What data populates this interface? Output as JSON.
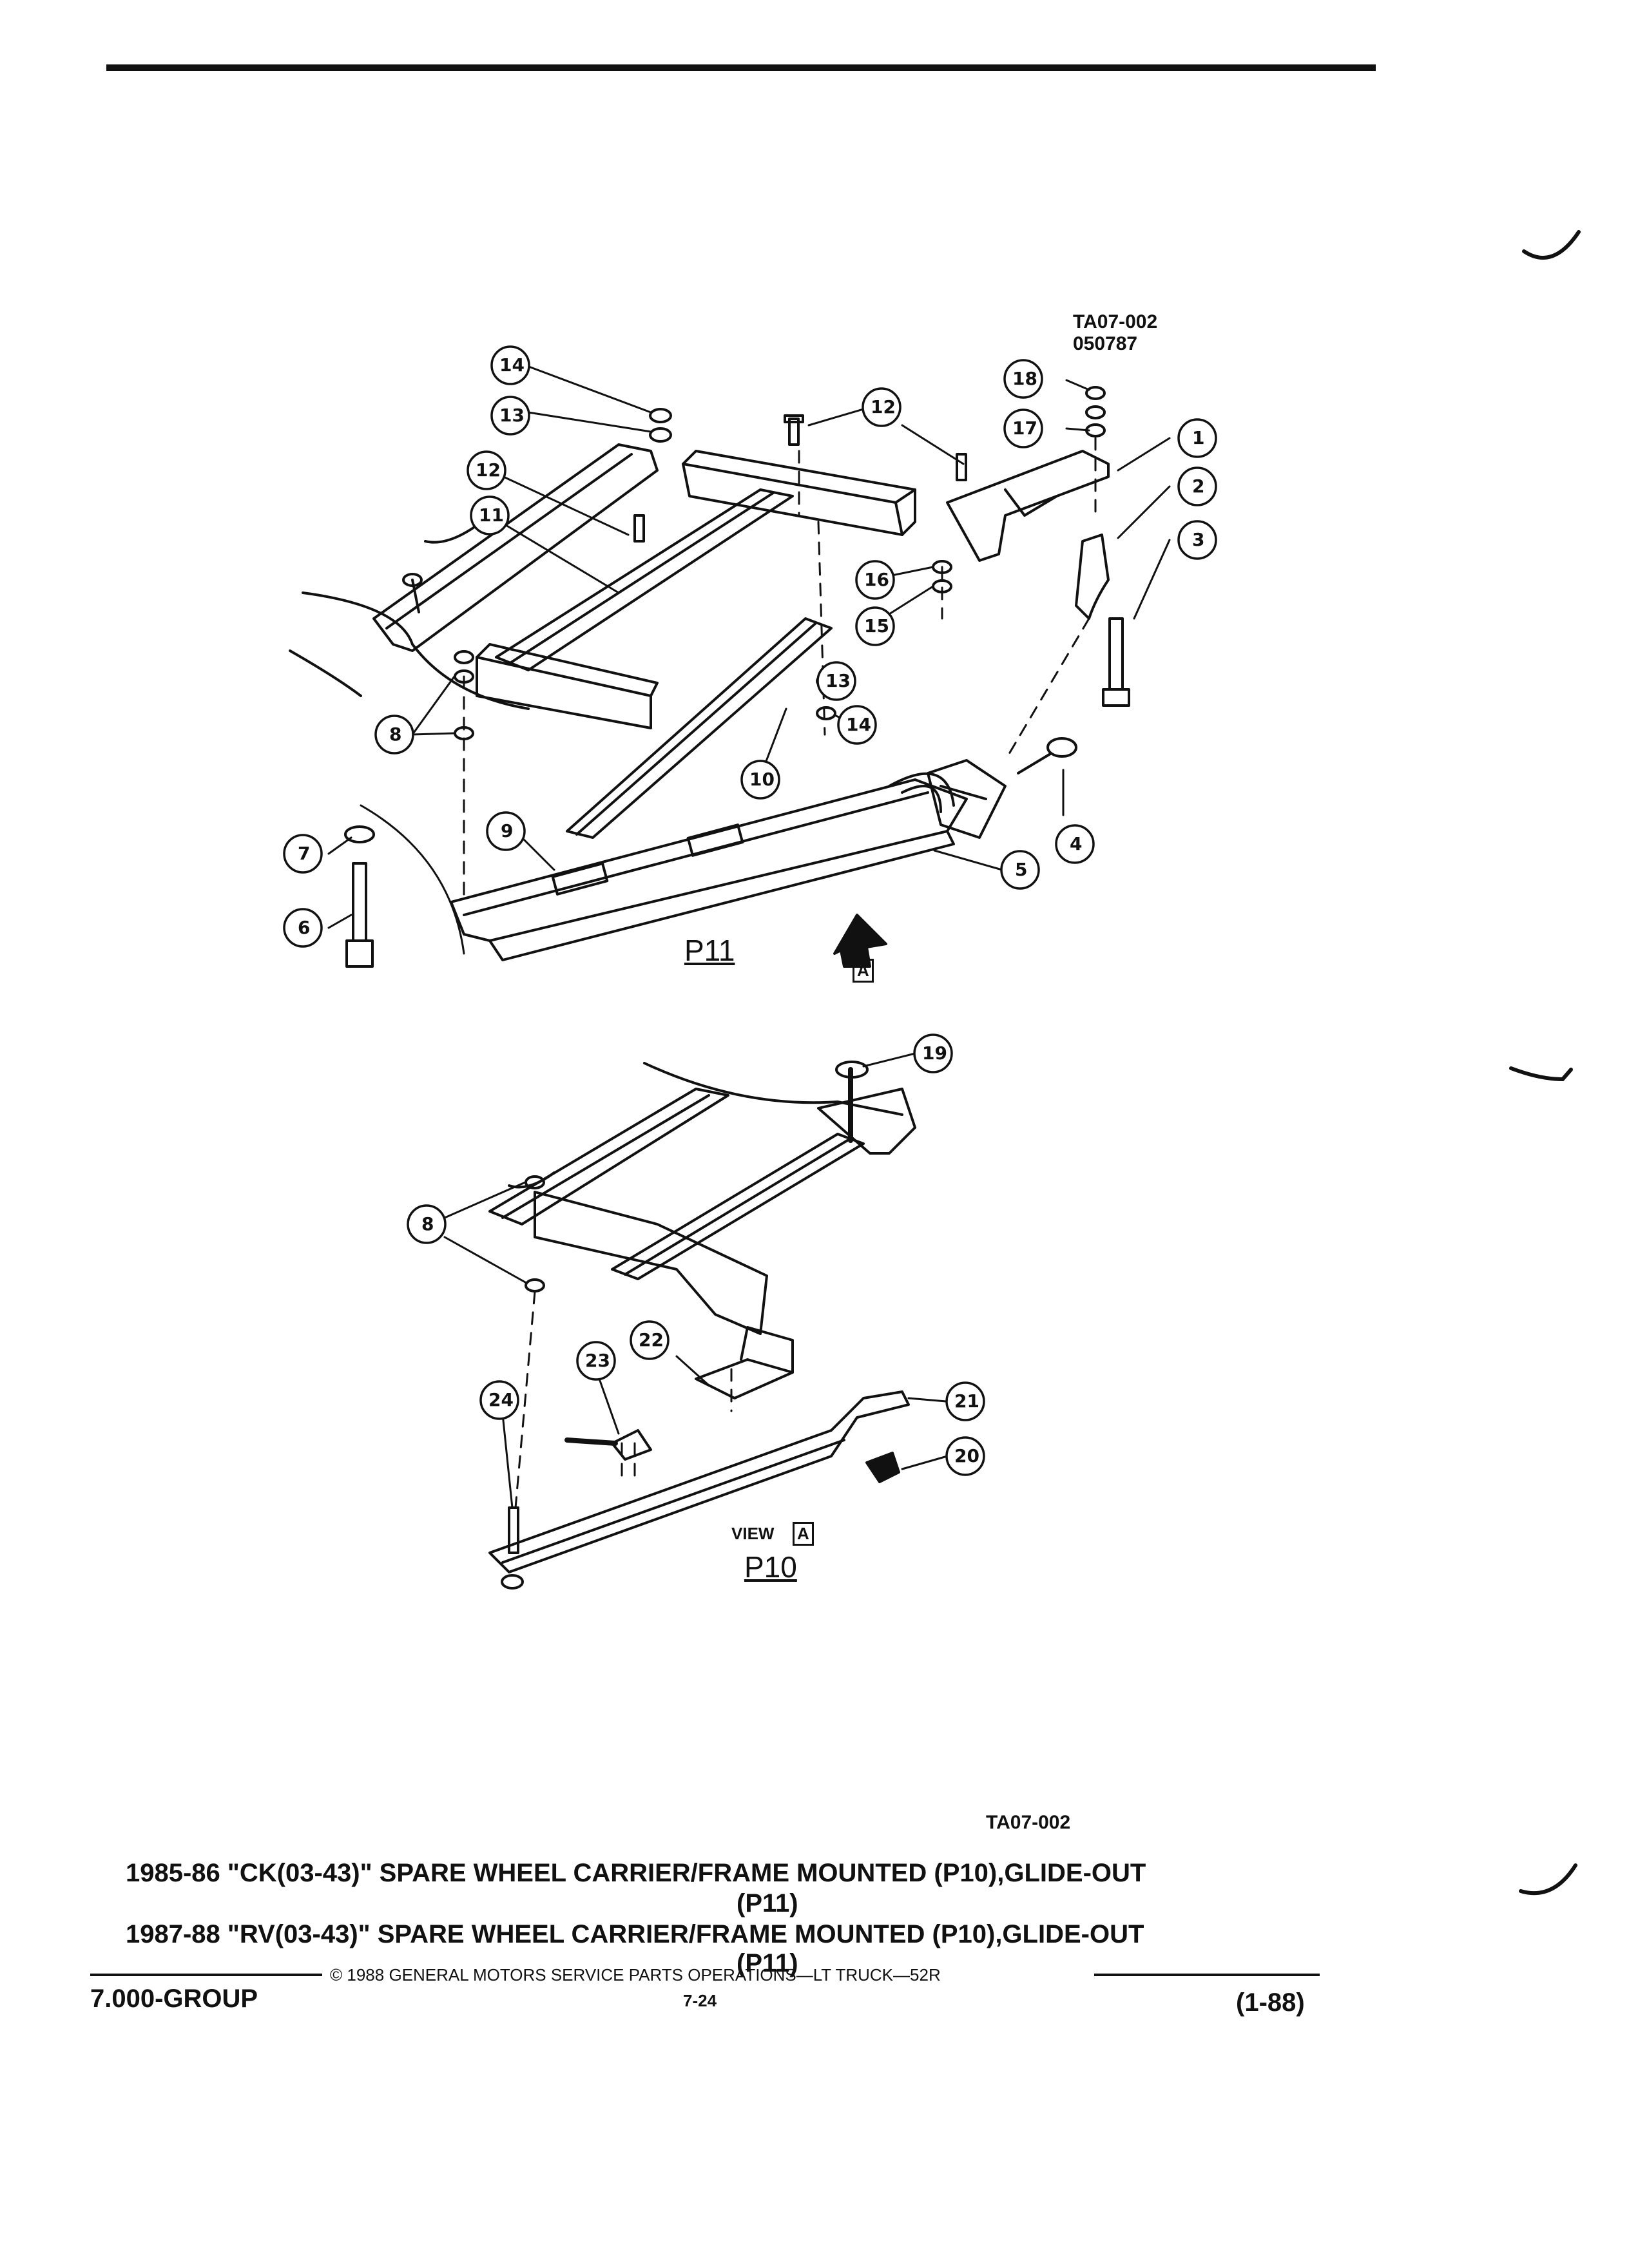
{
  "header": {
    "figure_code": "TA07-002",
    "figure_date": "050787"
  },
  "views": {
    "p11_label": "P11",
    "p10_label": "P10",
    "arrow_ref": "A",
    "view_word": "VIEW",
    "view_letter": "A"
  },
  "callouts": [
    {
      "id": "1"
    },
    {
      "id": "2"
    },
    {
      "id": "3"
    },
    {
      "id": "4"
    },
    {
      "id": "5"
    },
    {
      "id": "6"
    },
    {
      "id": "7"
    },
    {
      "id": "8"
    },
    {
      "id": "9"
    },
    {
      "id": "10"
    },
    {
      "id": "11"
    },
    {
      "id": "12"
    },
    {
      "id": "13"
    },
    {
      "id": "14"
    },
    {
      "id": "15"
    },
    {
      "id": "16"
    },
    {
      "id": "17"
    },
    {
      "id": "18"
    },
    {
      "id": "19"
    },
    {
      "id": "20"
    },
    {
      "id": "21"
    },
    {
      "id": "22"
    },
    {
      "id": "23"
    },
    {
      "id": "24"
    }
  ],
  "caption": {
    "code": "TA07-002",
    "line1a": "1985-86 \"CK(03-43)\" SPARE WHEEL CARRIER/FRAME MOUNTED (P10),GLIDE-OUT",
    "line1b": "(P11)",
    "line2a": "1987-88 \"RV(03-43)\" SPARE WHEEL CARRIER/FRAME MOUNTED (P10),GLIDE-OUT",
    "line2b": "(P11)"
  },
  "footer": {
    "copyright": "© 1988 GENERAL MOTORS SERVICE PARTS OPERATIONS—LT TRUCK—52R",
    "group": "7.000-GROUP",
    "page": "7-24",
    "date_code": "(1-88)"
  }
}
